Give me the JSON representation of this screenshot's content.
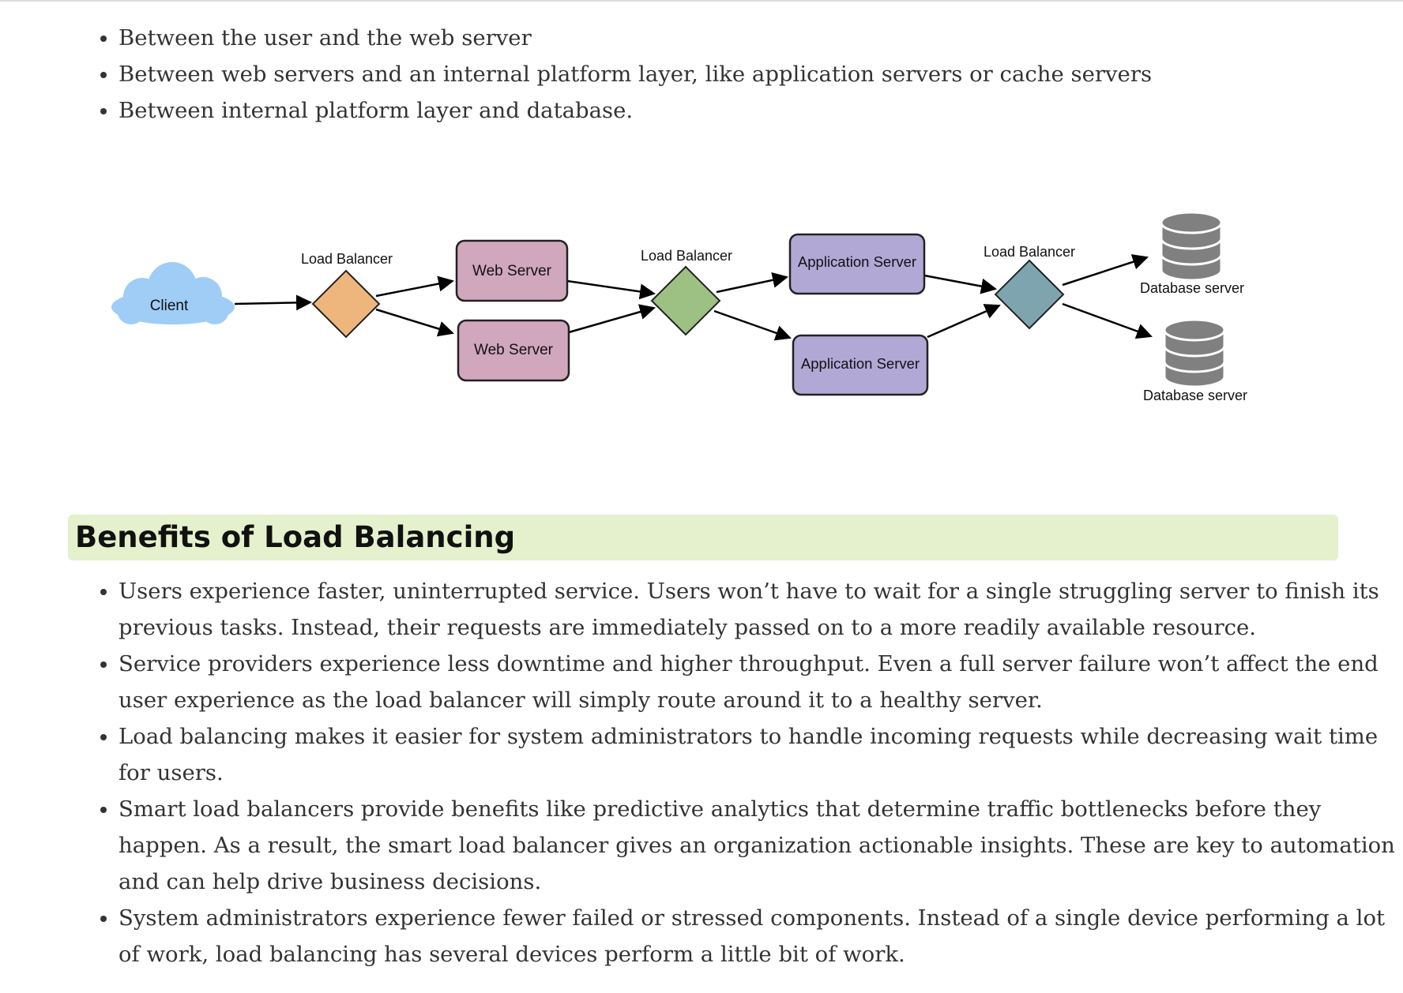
{
  "intro_bullets": [
    "Between the user and the web server",
    "Between web servers and an internal platform layer, like application servers or cache servers",
    "Between internal platform layer and database."
  ],
  "diagram": {
    "client": "Client",
    "load_balancers": [
      "Load Balancer",
      "Load Balancer",
      "Load Balancer"
    ],
    "web_servers": [
      "Web Server",
      "Web Server"
    ],
    "app_servers": [
      "Application Server",
      "Application Server"
    ],
    "databases": [
      "Database server",
      "Database server"
    ],
    "colors": {
      "cloud": "#9fcdf5",
      "lb1": "#eeb67c",
      "lb2": "#9cc183",
      "lb3": "#7ea5af",
      "web_server": "#d1a7bd",
      "app_server": "#b2a8d6",
      "database": "#808080"
    }
  },
  "section": {
    "heading": "Benefits of Load Balancing"
  },
  "benefits": [
    "Users experience faster, uninterrupted service. Users won’t have to wait for a single struggling server to finish its previous tasks. Instead, their requests are immediately passed on to a more readily available resource.",
    "Service providers experience less downtime and higher throughput. Even a full server failure won’t affect the end user experience as the load balancer will simply route around it to a healthy server.",
    "Load balancing makes it easier for system administrators to handle incoming requests while decreasing wait time for users.",
    "Smart load balancers provide benefits like predictive analytics that determine traffic bottlenecks before they happen. As a result, the smart load balancer gives an organization actionable insights. These are key to automation and can help drive business decisions.",
    "System administrators experience fewer failed or stressed components. Instead of a single device performing a lot of work, load balancing has several devices perform a little bit of work."
  ]
}
